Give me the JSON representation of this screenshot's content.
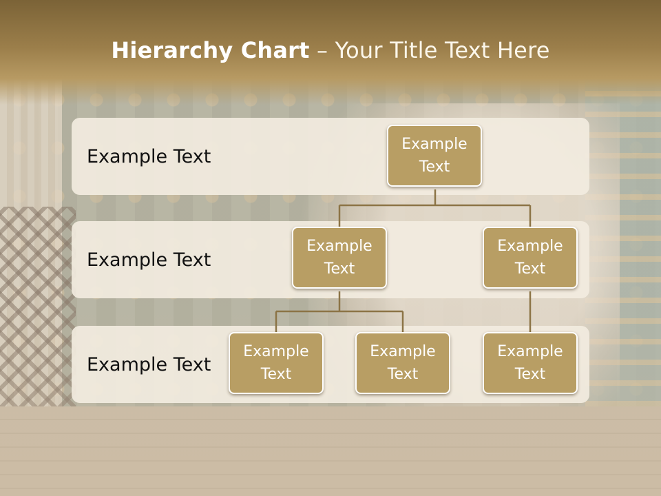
{
  "slide": {
    "title_bold": "Hierarchy Chart",
    "title_rest": " – Your Title Text Here"
  },
  "levels": [
    {
      "label": "Example Text"
    },
    {
      "label": "Example Text"
    },
    {
      "label": "Example Text"
    }
  ],
  "nodes": {
    "root": "Example Text",
    "level2_left": "Example Text",
    "level2_right": "Example Text",
    "level3_a": "Example Text",
    "level3_b": "Example Text",
    "level3_c": "Example Text"
  },
  "colors": {
    "title_bar": "#9b7e4a",
    "node_fill": "#b89e64",
    "band_fill": "#f2ebdf",
    "connector": "#8c7446"
  }
}
